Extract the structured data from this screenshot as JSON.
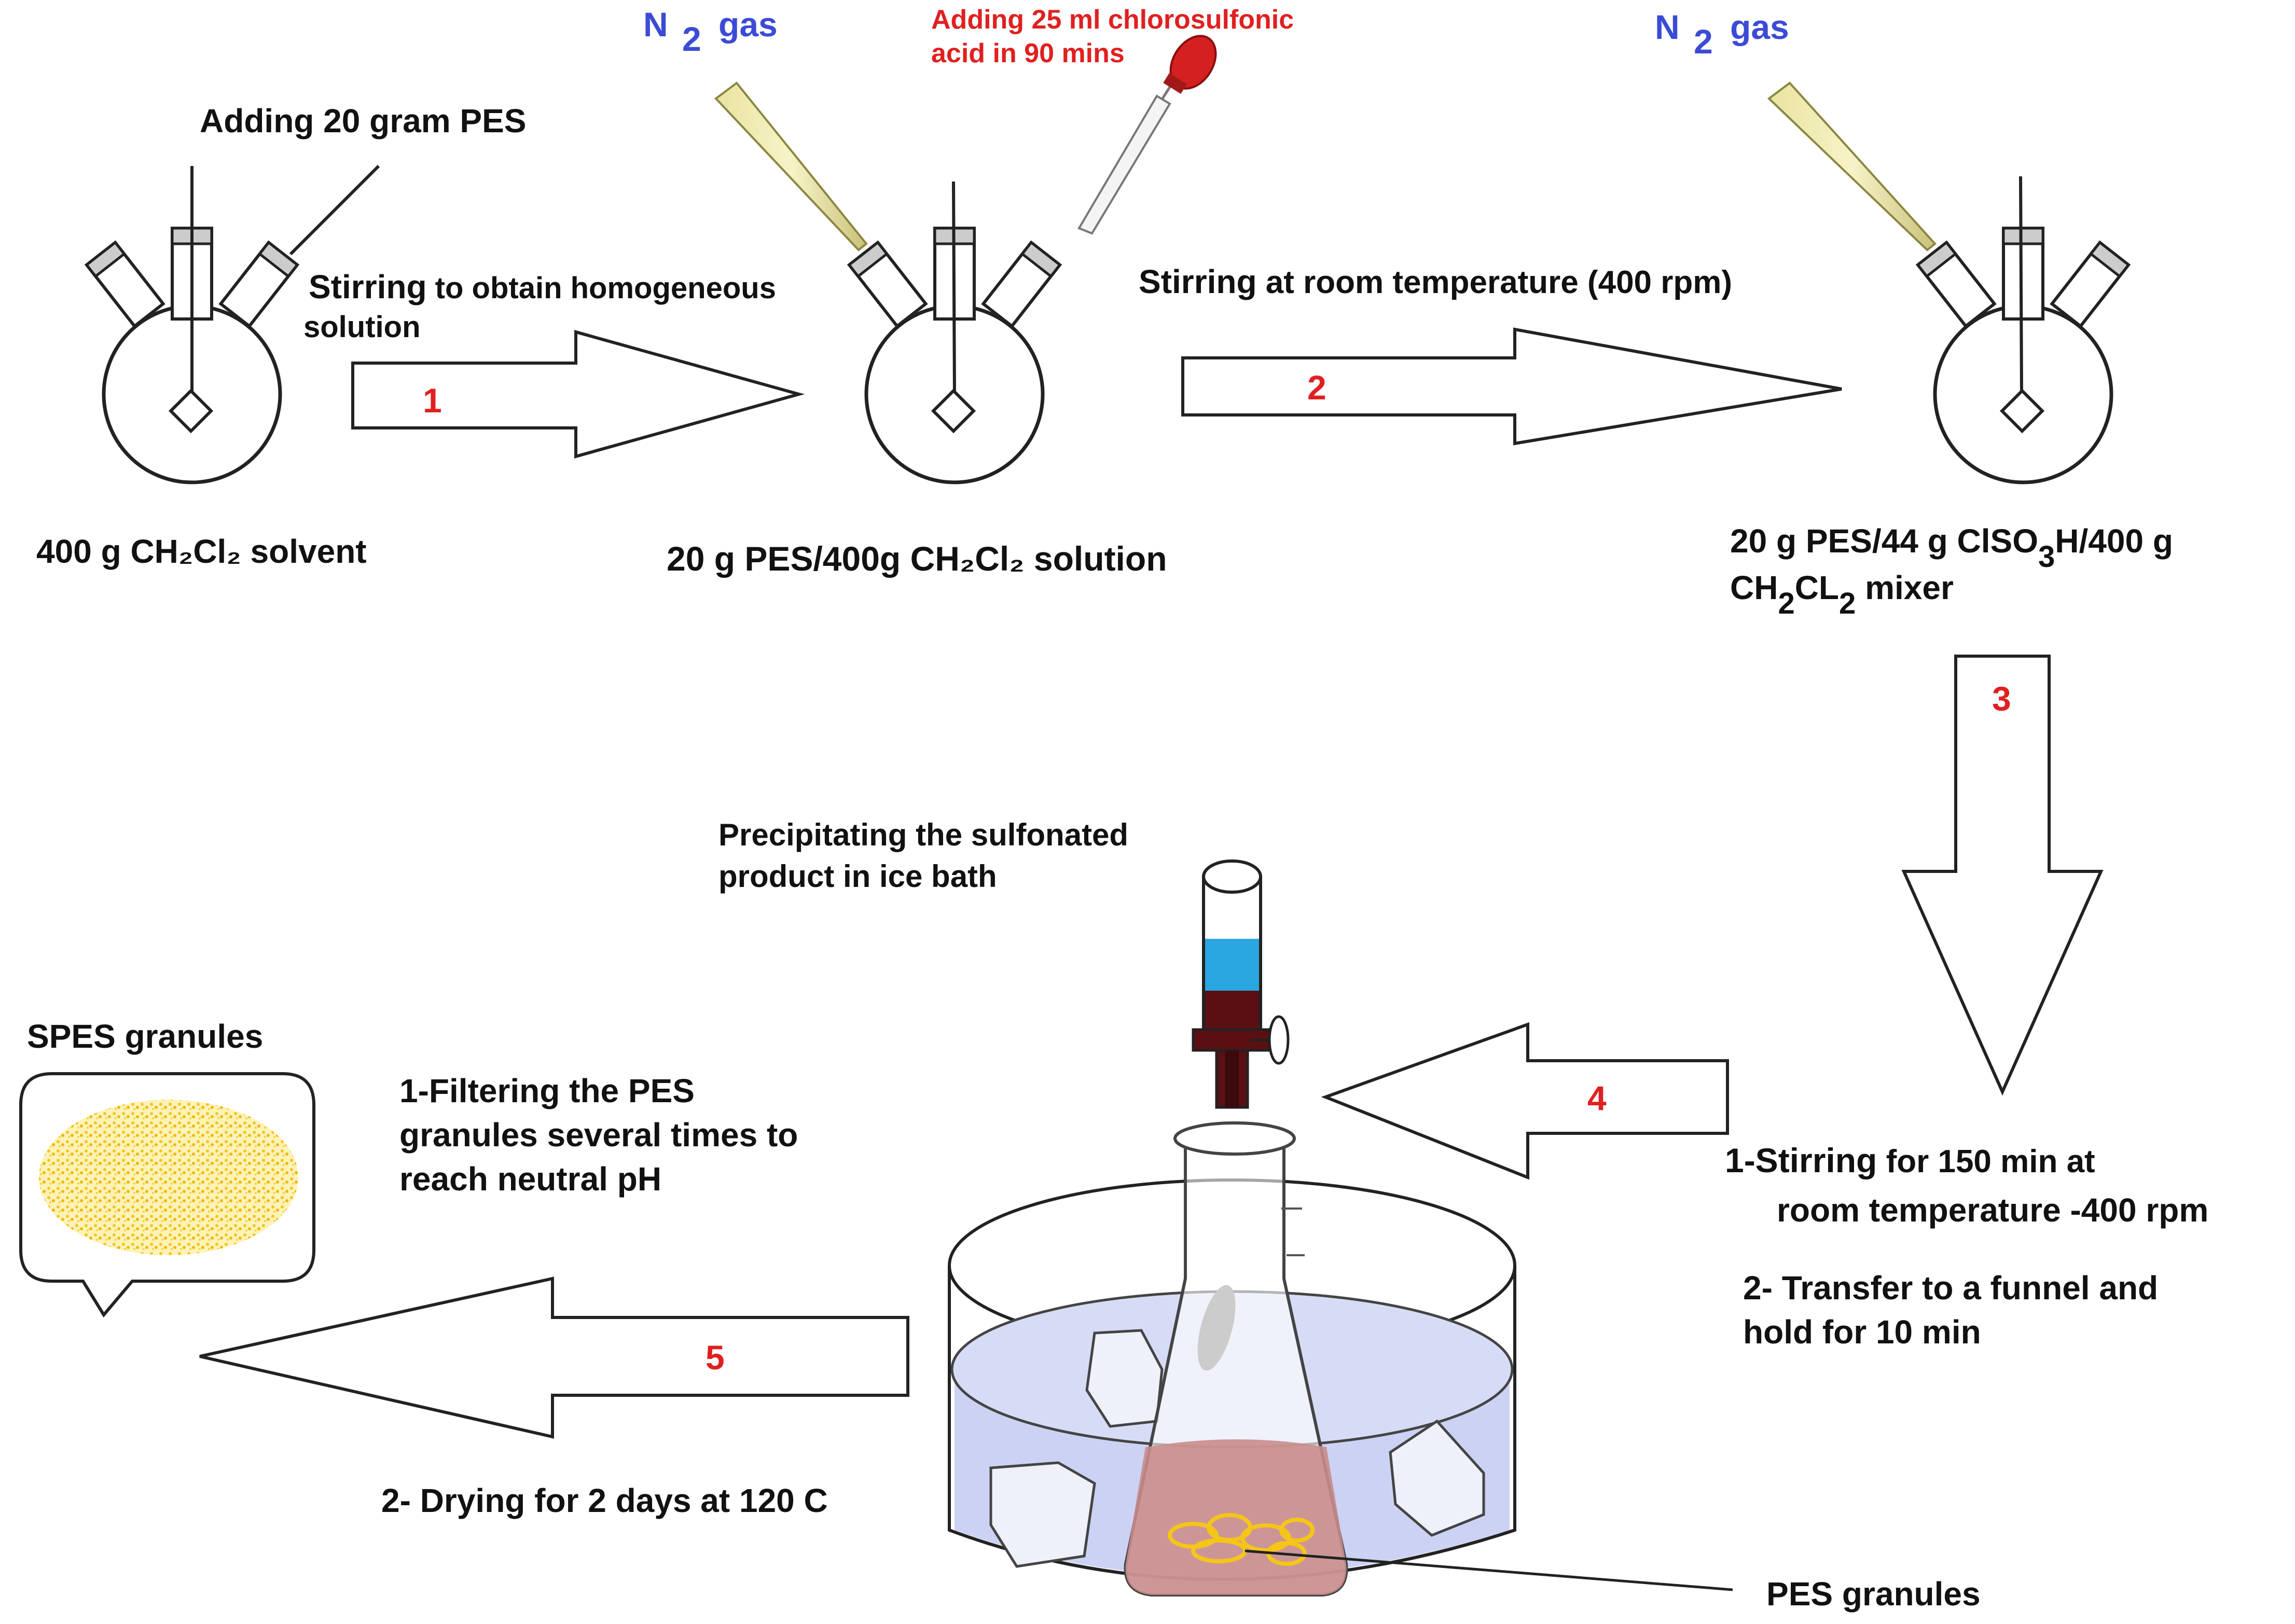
{
  "labels": {
    "add_pes": "Adding  20 gram PES",
    "n2_gas_1": "N",
    "n2_gas_1_sub": "2",
    "n2_gas_1_rest": "gas",
    "n2_gas_2": "N",
    "n2_gas_2_sub": "2",
    "n2_gas_2_rest": "gas",
    "add_acid_line1": "Adding 25 ml chlorosulfonic",
    "add_acid_line2": "acid in 90 mins",
    "flask1_caption": "400 g CH₂Cl₂ solvent",
    "flask2_caption": "20 g PES/400g CH₂Cl₂ solution",
    "flask3_caption_line1_a": "20 g PES/44 g  ClSO",
    "flask3_caption_line1_sub": "3",
    "flask3_caption_line1_b": "H/400 g",
    "flask3_caption_line2_a": "CH",
    "flask3_caption_line2_sub1": "2",
    "flask3_caption_line2_b": "CL",
    "flask3_caption_line2_sub2": "2",
    "flask3_caption_line2_c": " mixer",
    "step1_text_line1_a": "Stirring",
    "step1_text_line1_b": " to obtain homogeneous",
    "step1_text_line2": "solution",
    "step2_text_a": "Stirring",
    "step2_text_b": " at room temperature (400 rpm)",
    "step3_text_1a": "1-Stirring",
    "step3_text_1b": " for 150 min at",
    "step3_text_1c": "room temperature -400 rpm",
    "step3_text_2a": "2- Transfer to a funnel and",
    "step3_text_2b": "hold for 10 min",
    "precip_line1": "Precipitating the sulfonated",
    "precip_line2": "product in ice bath",
    "spes_title": "SPES granules",
    "step5_text_1a": "1-Filtering the PES",
    "step5_text_1b": "granules several times to",
    "step5_text_1c": "reach neutral pH",
    "step5_text_2": "2- Drying for 2 days at 120 C",
    "pes_granules": "PES granules"
  },
  "arrows": {
    "step1": "1",
    "step2": "2",
    "step3": "3",
    "step4": "4",
    "step5": "5"
  },
  "colors": {
    "gas_label": "#3b4bd6",
    "step_number": "#e02020",
    "acid_label": "#e02020",
    "granules": "#f5c518",
    "ice_water": "#c9d0f2",
    "solution_pink": "#c98c8c",
    "funnel_blue": "#2aa7e0",
    "funnel_dark": "#5a0f12"
  }
}
